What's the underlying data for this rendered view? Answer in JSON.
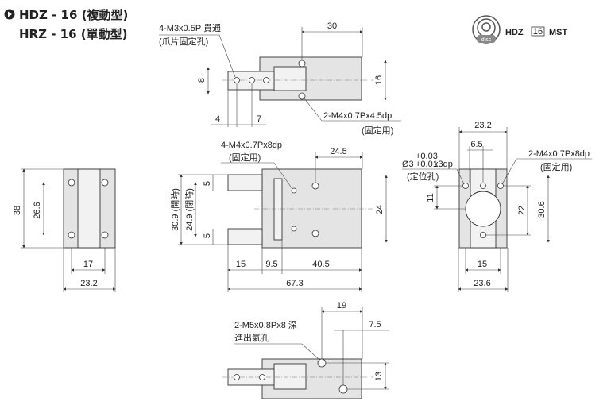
{
  "header": {
    "title_line1": "HDZ - 16 (複動型)",
    "title_line2": "HRZ - 16 (單動型)",
    "bullet_icon": "circle-arrow-icon",
    "logo_model": "HDZ",
    "logo_size": "16",
    "logo_suffix": "MST",
    "logo_text": "disc"
  },
  "top_view": {
    "note1": "4-M3x0.5P 貫通",
    "note1b": "(爪片固定孔)",
    "dim_30": "30",
    "dim_8": "8",
    "dim_16": "16",
    "dim_4": "4",
    "dim_7": "7",
    "note2": "2-M4x0.7Px4.5dp",
    "note2b": "(固定用)"
  },
  "left_view": {
    "dim_38": "38",
    "dim_26_6": "26.6",
    "dim_17": "17",
    "dim_23_2": "23.2"
  },
  "front_view": {
    "note": "4-M4x0.7Px8dp",
    "noteb": "(固定用)",
    "dim_24_5": "24.5",
    "dim_5a": "5",
    "dim_open": "30.9 (開時)",
    "dim_closed": "24.9 (閉時)",
    "dim_5b": "5",
    "dim_24": "24",
    "dim_15": "15",
    "dim_9_5": "9.5",
    "dim_40_5": "40.5",
    "dim_67_3": "67.3"
  },
  "right_view": {
    "dim_23_2": "23.2",
    "dim_6_5": "6.5",
    "pin_note": "Ø3",
    "pin_tol_upper": "+0.03",
    "pin_tol_lower": "+0.01",
    "pin_depth": "x3dp",
    "pin_noteb": "(定位孔)",
    "note": "2-M4x0.7Px8dp",
    "noteb": "(固定用)",
    "dim_11": "11",
    "dim_22": "22",
    "dim_30_6": "30.6",
    "dim_15": "15",
    "dim_23_6": "23.6"
  },
  "bottom_view": {
    "dim_19": "19",
    "dim_7_5": "7.5",
    "note": "2-M5x0.8Px8 深",
    "noteb": "進出氣孔",
    "dim_13": "13"
  }
}
